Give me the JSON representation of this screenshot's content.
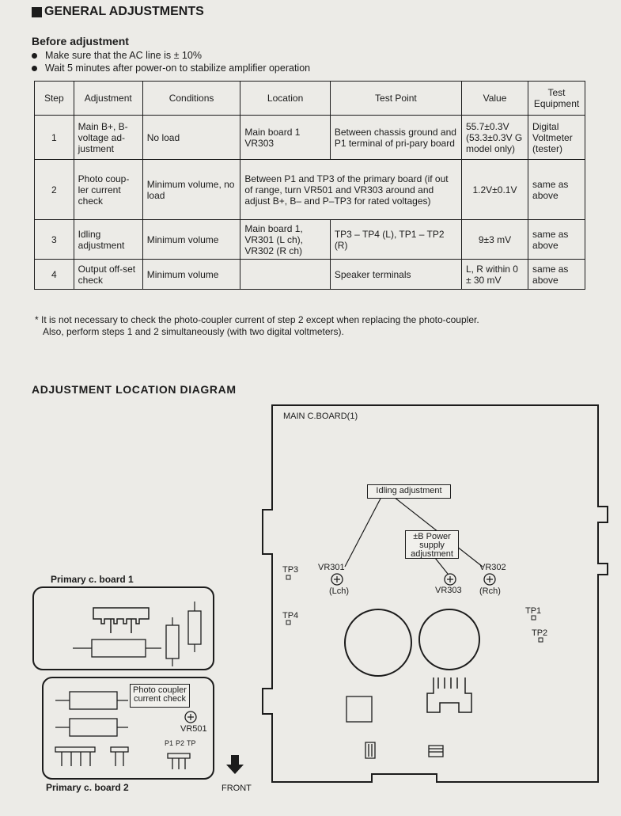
{
  "header": {
    "title": "GENERAL ADJUSTMENTS"
  },
  "before": {
    "heading": "Before adjustment",
    "bullets": [
      "Make sure that the AC line is ± 10%",
      "Wait 5 minutes after power-on to stabilize amplifier operation"
    ]
  },
  "table": {
    "headers": {
      "step": "Step",
      "adjustment": "Adjustment",
      "conditions": "Conditions",
      "location": "Location",
      "test_point": "Test Point",
      "value": "Value",
      "equipment": "Test Equipment"
    },
    "rows": [
      {
        "step": "1",
        "adjustment": "Main B+, B- voltage ad-justment",
        "conditions": "No load",
        "location": "Main board 1 VR303",
        "test_point": "Between chassis ground and P1 terminal of pri-pary board",
        "value": "55.7±0.3V (53.3±0.3V G model only)",
        "equipment": "Digital Voltmeter (tester)"
      },
      {
        "step": "2",
        "adjustment": "Photo coup-ler current check",
        "conditions": "Minimum volume, no load",
        "merged": "Between P1 and TP3 of the primary board (if out of range, turn VR501 and VR303 around and adjust B+, B– and P–TP3 for rated voltages)",
        "value": "1.2V±0.1V",
        "equipment": "same as above"
      },
      {
        "step": "3",
        "adjustment": "Idling adjustment",
        "conditions": "Minimum volume",
        "location": "Main board 1, VR301 (L ch), VR302 (R ch)",
        "test_point": "TP3 – TP4 (L), TP1 – TP2 (R)",
        "value": "9±3 mV",
        "equipment": "same as above"
      },
      {
        "step": "4",
        "adjustment": "Output off-set check",
        "conditions": "Minimum volume",
        "location": "",
        "test_point": "Speaker terminals",
        "value": "L, R within 0 ± 30 mV",
        "equipment": "same as above"
      }
    ]
  },
  "note": {
    "line1": "* It is not necessary to check the photo-coupler current of step 2 except when replacing the photo-coupler.",
    "line2": "Also, perform steps 1 and 2 simultaneously (with two digital voltmeters)."
  },
  "diagram": {
    "title": "ADJUSTMENT LOCATION DIAGRAM",
    "main_board_label": "MAIN C.BOARD(1)",
    "idling_label": "Idling adjustment",
    "power_label": "±B Power supply adjustment",
    "vr301": "VR301",
    "vr302": "VR302",
    "vr303": "VR303",
    "lch": "(Lch)",
    "rch": "(Rch)",
    "tp1": "TP1",
    "tp2": "TP2",
    "tp3": "TP3",
    "tp4": "TP4",
    "primary1": "Primary c. board 1",
    "primary2": "Primary c. board 2",
    "photo_label": "Photo coupler current check",
    "vr501": "VR501",
    "p1": "P1",
    "p2": "P2",
    "tp_vert": "TP",
    "front": "FRONT"
  }
}
